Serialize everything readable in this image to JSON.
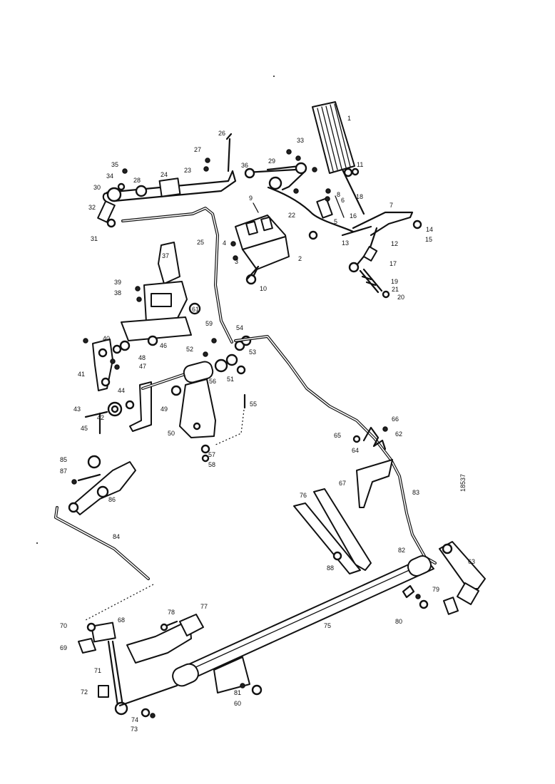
{
  "drawing_code": "18537",
  "callouts": [
    "1",
    "2",
    "3",
    "4",
    "5",
    "6",
    "7",
    "8",
    "9",
    "10",
    "11",
    "12",
    "13",
    "14",
    "15",
    "16",
    "17",
    "18",
    "19",
    "20",
    "21",
    "22",
    "23",
    "24",
    "25",
    "26",
    "27",
    "28",
    "29",
    "30",
    "31",
    "32",
    "33",
    "34",
    "35",
    "36",
    "37",
    "38",
    "39",
    "40",
    "41",
    "42",
    "43",
    "44",
    "45",
    "46",
    "47",
    "48",
    "49",
    "50",
    "51",
    "52",
    "53",
    "54",
    "55",
    "56",
    "57",
    "58",
    "59",
    "60",
    "61",
    "62",
    "63",
    "64",
    "65",
    "66",
    "67",
    "68",
    "69",
    "70",
    "71",
    "72",
    "73",
    "74",
    "75",
    "76",
    "77",
    "78",
    "79",
    "80",
    "81",
    "82",
    "83",
    "84",
    "85",
    "86",
    "87",
    "88"
  ]
}
